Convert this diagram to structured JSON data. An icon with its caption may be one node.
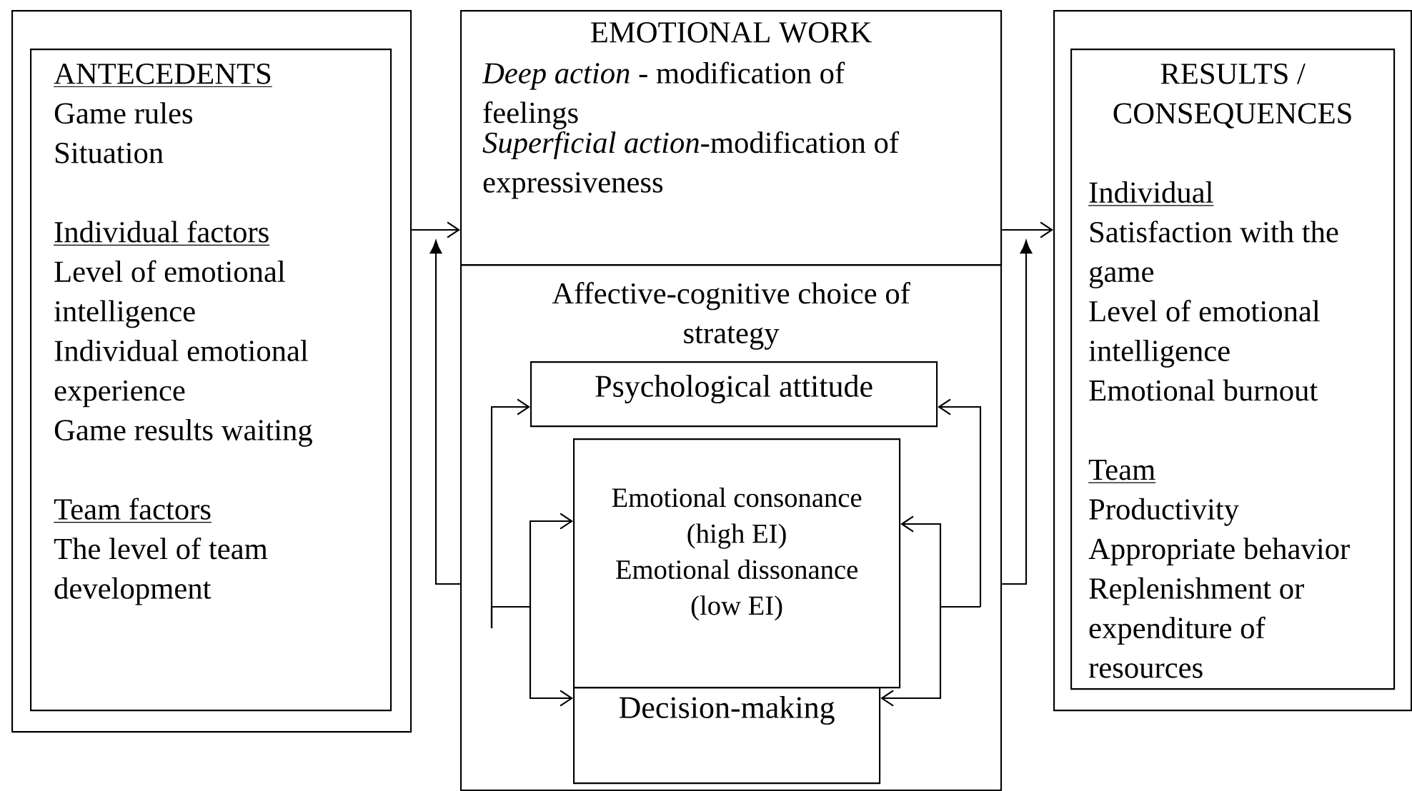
{
  "diagram": {
    "nodes": [
      {
        "text": [],
        "shape": "box"
      },
      {
        "text": [
          "ANTECEDENTS",
          "Game rules",
          "Situation",
          "Individual factors",
          "Level of emotional intelligence",
          "Individual emotional experience",
          "Game results waiting",
          "Team factors",
          "The level of team development"
        ],
        "in": 0
      },
      {
        "text": [
          "EMOTIONAL WORK",
          "*Deep action* - modification of feelings",
          "*Superficial action*-modification of expressiveness"
        ]
      },
      {
        "text": [
          "Affective-cognitive choice of strategy"
        ]
      },
      {
        "text": [
          "Psychological attitude"
        ],
        "in": 3
      },
      {
        "text": [
          "Emotional consonance (high EI)",
          "Emotional dissonance (low EI)"
        ],
        "in": 3
      },
      {
        "text": [
          "Decision-making"
        ],
        "in": 3
      },
      {
        "text": [],
        "shape": "box"
      },
      {
        "text": [
          "RESULTS / CONSEQUENCES",
          "Individual",
          "Satisfaction with the game",
          "Level of emotional intelligence",
          "Emotional burnout",
          "Team",
          "Productivity",
          "Appropriate behavior",
          "Replenishment or expenditure of resources"
        ],
        "in": 7
      }
    ],
    "edges": [
      {
        "from": 0,
        "to": 2,
        "arrow": "to"
      },
      {
        "from": 3,
        "to": null,
        "arrow": "to"
      },
      {
        "from": 2,
        "to": 7,
        "arrow": "to"
      },
      {
        "from": 3,
        "to": null,
        "arrow": "to"
      },
      {
        "from": null,
        "to": 4,
        "arrow": "to"
      },
      {
        "from": null,
        "to": 5,
        "arrow": "to"
      },
      {
        "from": null,
        "to": 6,
        "arrow": "to"
      },
      {
        "from": null,
        "to": 4,
        "arrow": "to"
      },
      {
        "from": null,
        "to": 5,
        "arrow": "to"
      },
      {
        "from": null,
        "to": 6,
        "arrow": "to"
      }
    ]
  }
}
